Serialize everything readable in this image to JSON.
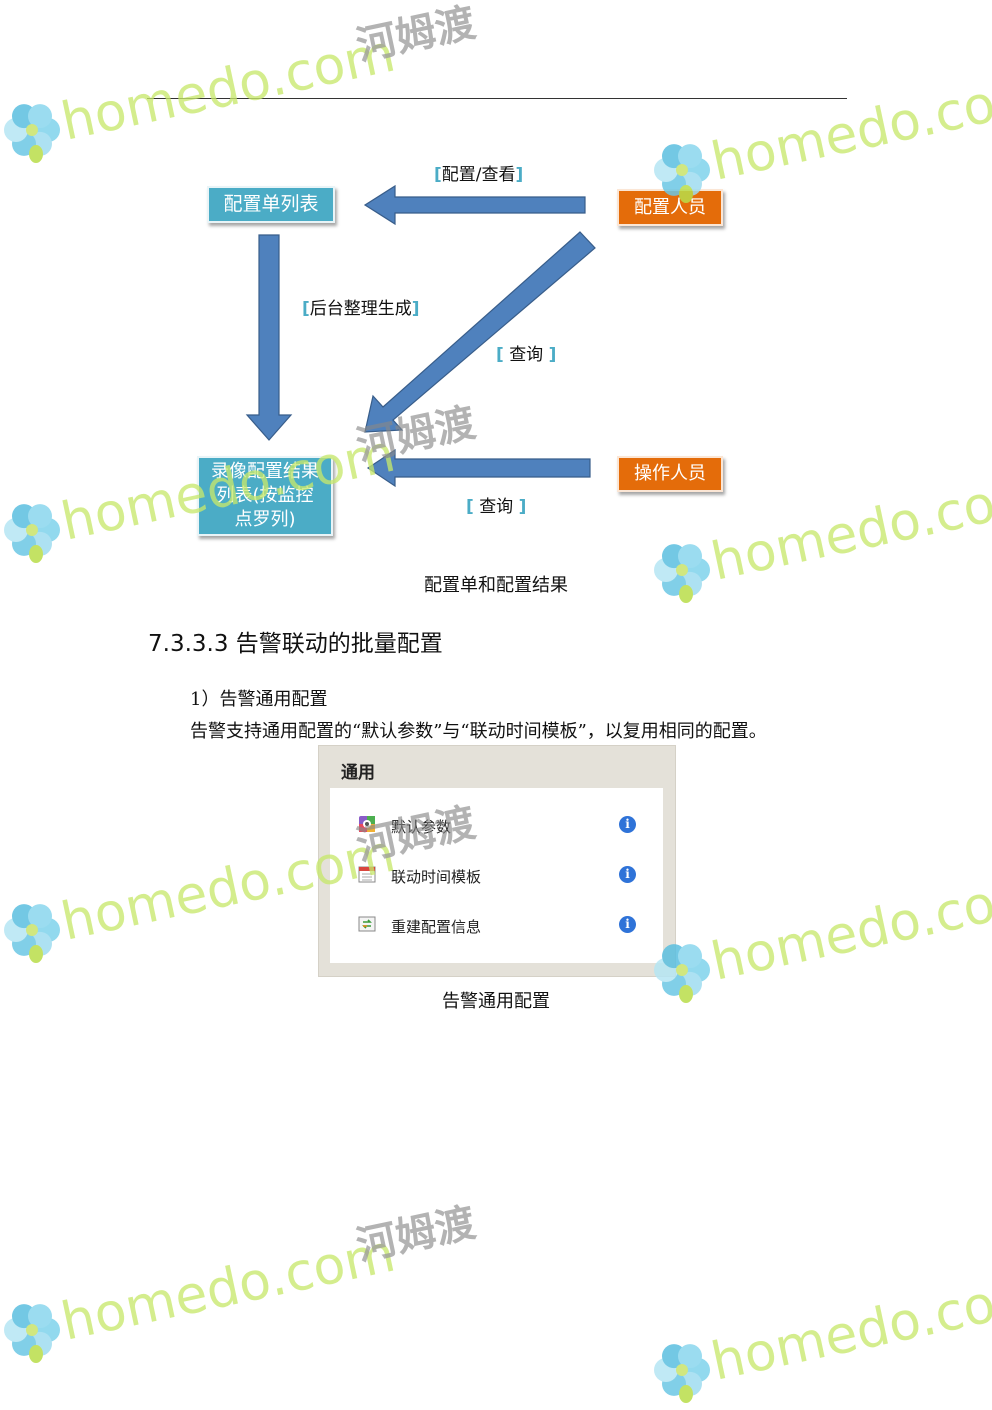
{
  "diagram": {
    "boxes": {
      "config_list": "配置单列表",
      "config_person": "配置人员",
      "result_list_line1": "录像配置结果",
      "result_list_line2": "列表(按监控",
      "result_list_line3": "点罗列)",
      "operator": "操作人员"
    },
    "labels": {
      "config_view": "配置/查看",
      "backend_generate": "后台整理生成",
      "query_1": "查询",
      "query_2": "查询"
    },
    "caption": "配置单和配置结果"
  },
  "section": {
    "heading": "7.3.3.3 告警联动的批量配置",
    "item_1": "1）告警通用配置",
    "body": "告警支持通用配置的“默认参数”与“联动时间模板”，以复用相同的配置。"
  },
  "panel": {
    "title": "通用",
    "rows": [
      {
        "label": "默认参数",
        "icon": "default-params-icon"
      },
      {
        "label": "联动时间模板",
        "icon": "calendar-icon"
      },
      {
        "label": "重建配置信息",
        "icon": "rebuild-icon"
      }
    ],
    "info_glyph": "i",
    "caption": "告警通用配置"
  },
  "watermark": {
    "latin": "homedo.com",
    "chinese": "河姆渡"
  },
  "colors": {
    "teal_box": "#4bacc6",
    "orange_box": "#e46c0a",
    "arrow_fill": "#4f81bd",
    "arrow_stroke": "#385d8a",
    "info_blue": "#2f73d8"
  }
}
